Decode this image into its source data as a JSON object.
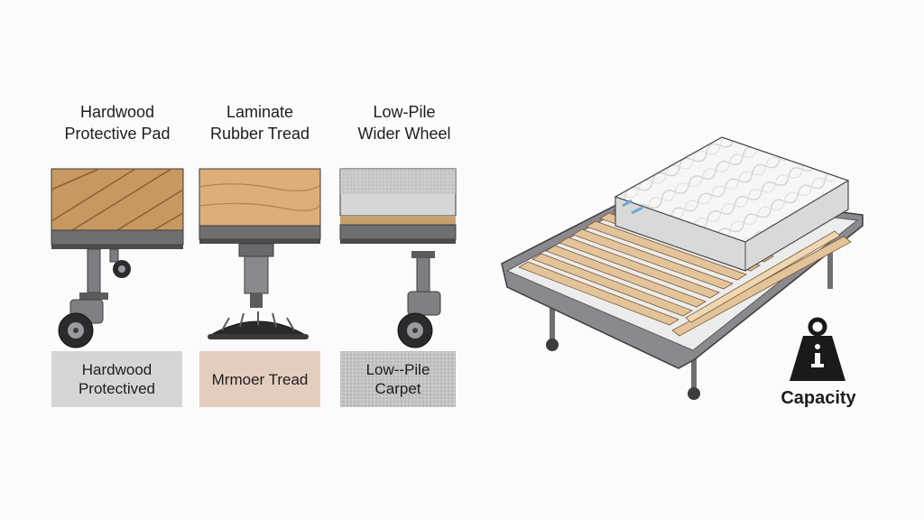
{
  "panels": [
    {
      "id": "hardwood",
      "title_line1": "Hardwood",
      "title_line2": "Protective Pad",
      "footer_line1": "Hardwood",
      "footer_line2": "Protectived",
      "floor_color": "#d5d5d5",
      "wood_color": "#c79860"
    },
    {
      "id": "laminate",
      "title_line1": "Laminate",
      "title_line2": "Rubber Tread",
      "footer_line1": "Mrmoer Tread",
      "footer_line2": "",
      "floor_color": "#e3cdbf",
      "wood_color": "#dcae78"
    },
    {
      "id": "low-pile",
      "title_line1": "Low-Pile",
      "title_line2": "Wider Wheel",
      "footer_line1": "Low--Pile",
      "footer_line2": "Carpet",
      "floor_color": "#bdbdbd",
      "wood_color": "#d6d6d6"
    }
  ],
  "capacity": {
    "label": "Capacity",
    "icon": "weight-icon"
  },
  "colors": {
    "metal": "#6f6f72",
    "metal_dark": "#3c3c3e",
    "wood_slat": "#e2c39a",
    "mattress": "#f4f4f4",
    "ink": "#1e1e1e"
  }
}
